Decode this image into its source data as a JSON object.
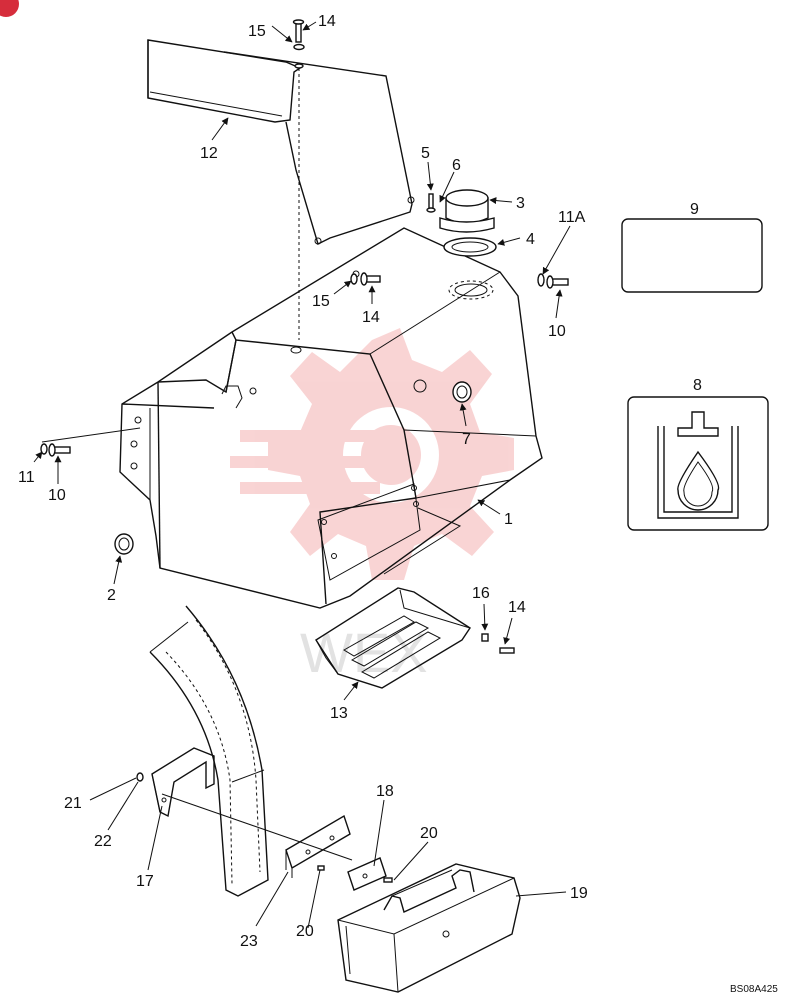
{
  "callouts": {
    "c1": "1",
    "c2": "2",
    "c3": "3",
    "c4": "4",
    "c5": "5",
    "c6": "6",
    "c7": "7",
    "c8": "8",
    "c9": "9",
    "c10a": "10",
    "c10b": "10",
    "c11": "11",
    "c11A": "11A",
    "c12": "12",
    "c13": "13",
    "c14a": "14",
    "c14b": "14",
    "c14c": "14",
    "c15a": "15",
    "c15b": "15",
    "c16": "16",
    "c17": "17",
    "c18": "18",
    "c19": "19",
    "c20a": "20",
    "c20b": "20",
    "c21": "21",
    "c22": "22",
    "c23": "23"
  },
  "drawing_code": "BS08A425",
  "watermark_text": "WEX",
  "colors": {
    "line": "#111111",
    "watermark": "#e23b3b"
  }
}
